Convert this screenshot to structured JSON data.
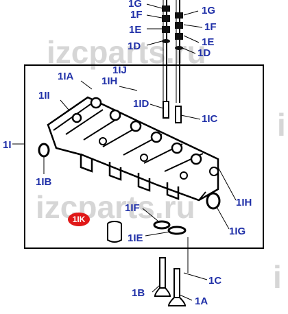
{
  "watermark": [
    "izcparts.ru",
    "izcparts.ru",
    "i",
    "i"
  ],
  "parts": {
    "p_1G_left": "1G",
    "p_1F_left": "1F",
    "p_1E_left": "1E",
    "p_1D_left": "1D",
    "p_1G_right": "1G",
    "p_1F_right": "1F",
    "p_1E_right": "1E",
    "p_1D_right": "1D",
    "p_1IA": "1IA",
    "p_1IJ": "1IJ",
    "p_1IH_top": "1IH",
    "p_1II": "1II",
    "p_1ID": "1ID",
    "p_1IC": "1IC",
    "p_1I": "1I",
    "p_1IB": "1IB",
    "p_1IF": "1IF",
    "p_1IK": "1IK",
    "p_1IE": "1IE",
    "p_1IH_right": "1IH",
    "p_1IG": "1IG",
    "p_1C": "1C",
    "p_1B": "1B",
    "p_1A": "1A"
  },
  "highlight_color": "#e01818",
  "label_color": "#2030a8"
}
